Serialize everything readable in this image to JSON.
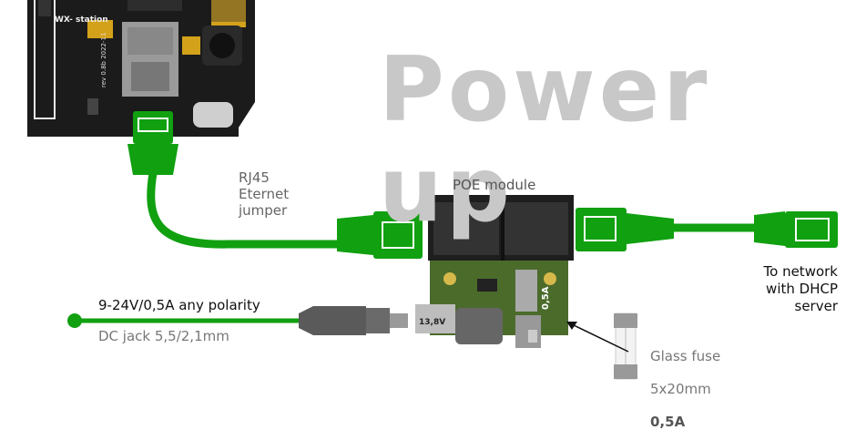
{
  "title": "Power up",
  "board": {
    "name_label": "WX-\nstation",
    "rev_label": "rev 0.8b\n2022-11"
  },
  "labels": {
    "rj45": "RJ45\nEternet\njumper",
    "poe_module": "POE module",
    "network": "To network\nwith DHCP\nserver",
    "power": "9-24V/0,5A any polarity",
    "dc_jack": "DC jack 5,5/2,1mm",
    "fuse_line1": "Glass fuse",
    "fuse_line2": "5x20mm",
    "fuse_line3": "0,5A"
  },
  "module": {
    "voltage_label": "13,8V",
    "fuse_label": "0,5A"
  },
  "colors": {
    "cable": "#10a010",
    "title": "#c8c8c8",
    "pcb": "#1a1a1a",
    "module_pcb": "#4b6b2b"
  }
}
